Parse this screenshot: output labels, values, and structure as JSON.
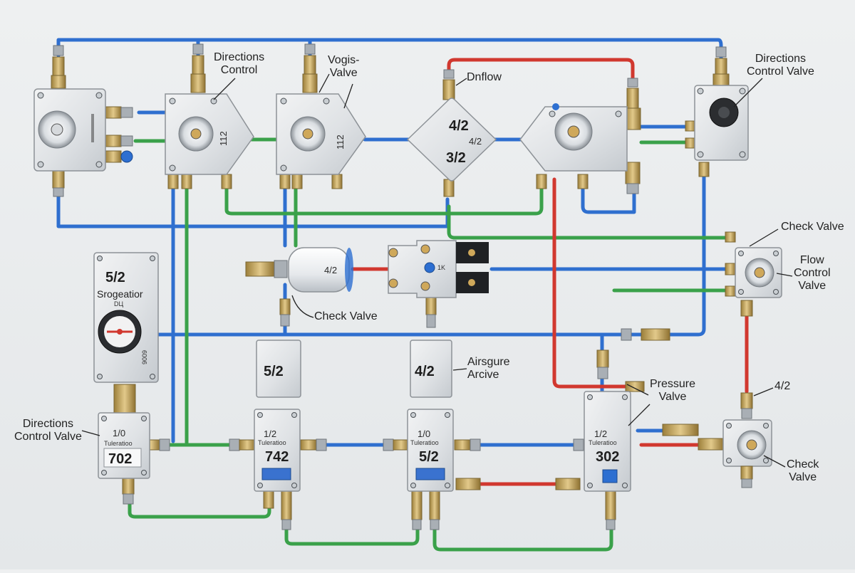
{
  "colors": {
    "blue_line": "#2f6fcf",
    "green_line": "#3aa14a",
    "red_line": "#d1382f",
    "background": "#e8eaec",
    "valve_body": "#e6e8ea",
    "brass": "#c7a55a"
  },
  "labels": {
    "directions_control_top": "Directions\nControl",
    "vogis_valve": "Vogis-\nValve",
    "dnflow": "Dnflow",
    "directions_control_valve_top": "Directions\nControl Valve",
    "check_valve_right": "Check Valve",
    "flow_control_valve": "Flow\nControl\nValve",
    "check_valve_mid": "Check Valve",
    "airsgure_arcive": "Airsgure\nArcive",
    "pressure_valve": "Pressure\nValve",
    "four_two_right": "4/2",
    "check_valve_bottom": "Check\nValve",
    "directions_control_valve_left": "Directions\nControl Valve"
  },
  "valve_text": {
    "diamond_top": "4/2",
    "diamond_mid": "4/2",
    "diamond_bottom": "3/2",
    "v112_a": "112",
    "v112_b": "112",
    "cyl_42": "4/2",
    "block_1k": "1K",
    "gauge_title": "5/2",
    "gauge_sub": "Srogeatior",
    "gauge_code": "DЦ",
    "gauge_side": "9009",
    "tower1_label": "5/2",
    "tower2_label": "4/2",
    "b702_top": "1/0",
    "b702_sub": "Tuleratioo",
    "b702_num": "702",
    "b742_top": "1/2",
    "b742_sub": "Tuleratioo",
    "b742_num": "742",
    "b52_top": "1/0",
    "b52_sub": "Tuleratioo",
    "b52_num": "5/2",
    "b302_top": "1/2",
    "b302_sub": "Tuleratioo",
    "b302_num": "302"
  }
}
